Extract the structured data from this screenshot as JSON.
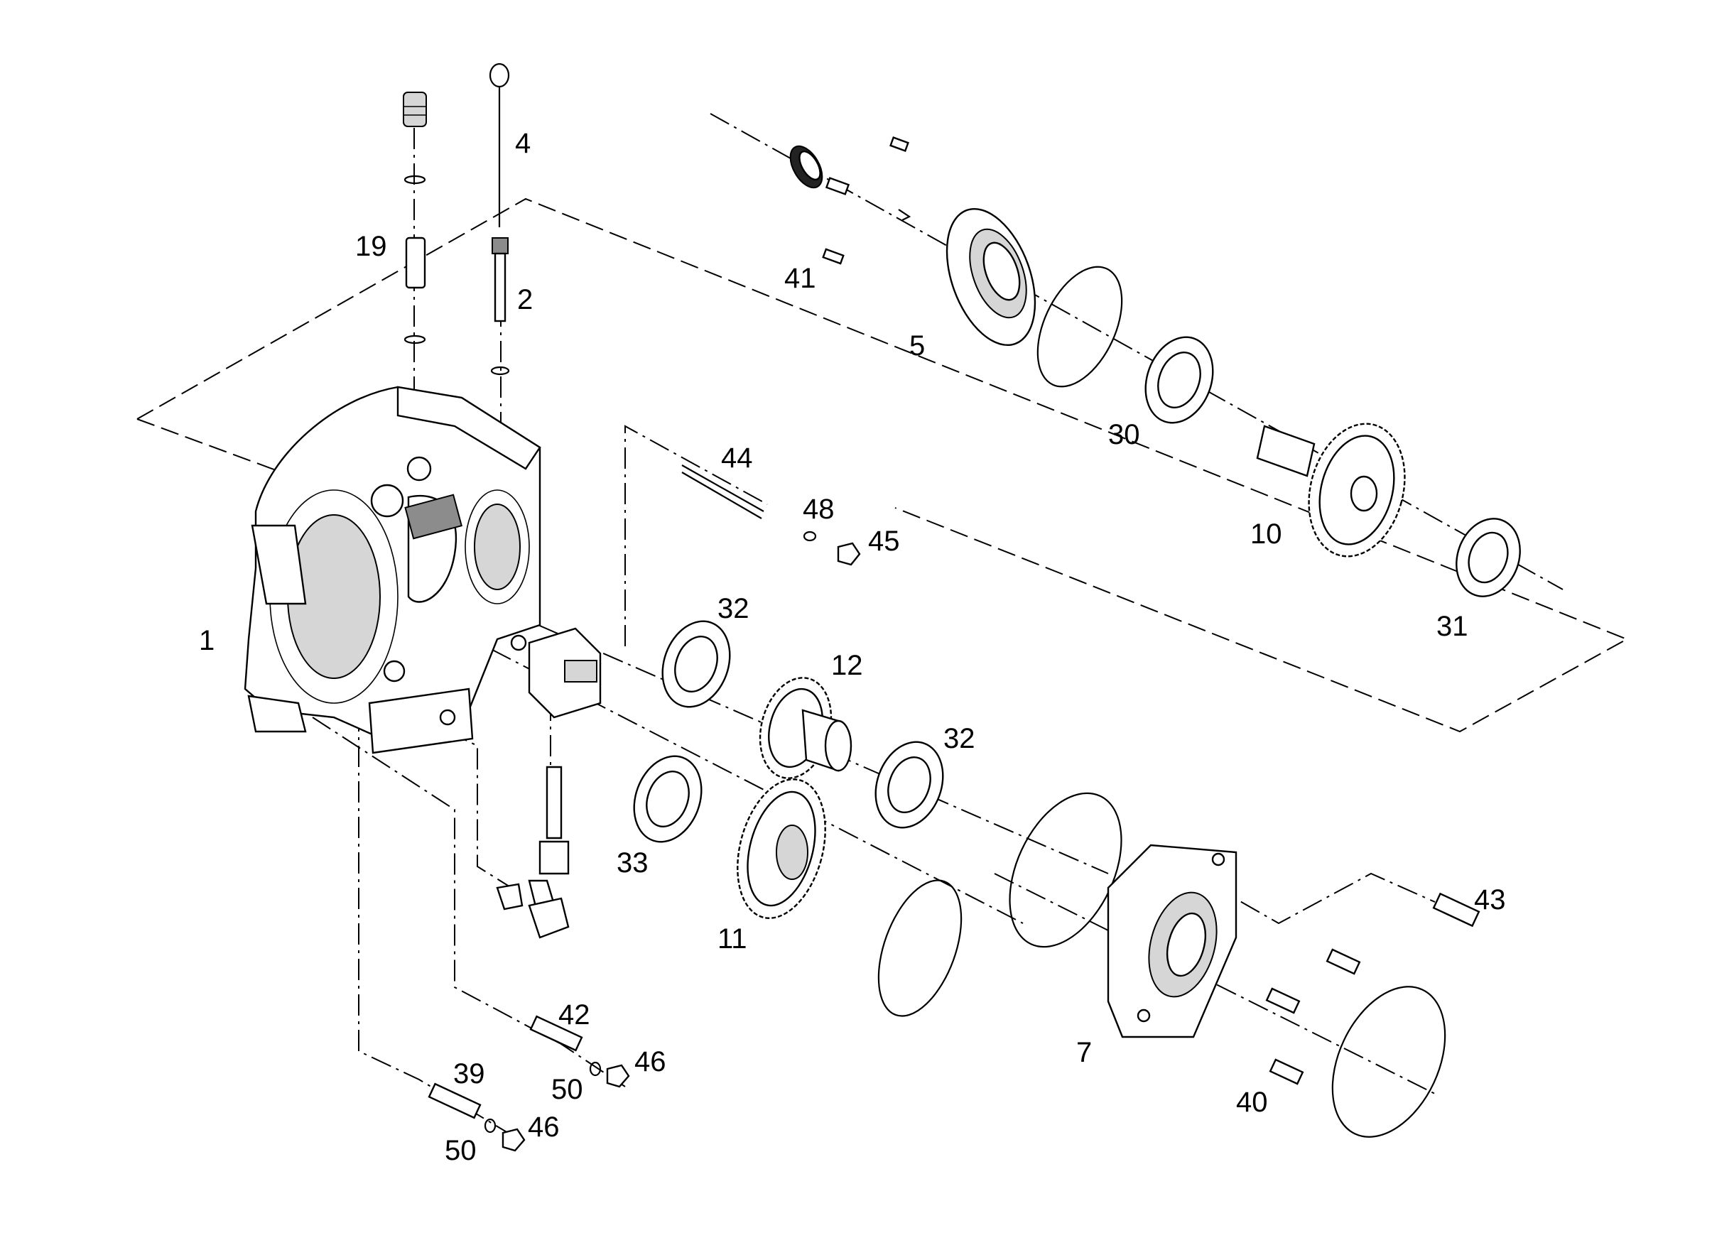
{
  "callouts": [
    {
      "id": "c1",
      "text": "1"
    },
    {
      "id": "c2",
      "text": "2"
    },
    {
      "id": "c4",
      "text": "4"
    },
    {
      "id": "c5",
      "text": "5"
    },
    {
      "id": "c7",
      "text": "7"
    },
    {
      "id": "c10",
      "text": "10"
    },
    {
      "id": "c11",
      "text": "11"
    },
    {
      "id": "c12",
      "text": "12"
    },
    {
      "id": "c19",
      "text": "19"
    },
    {
      "id": "c30",
      "text": "30"
    },
    {
      "id": "c31",
      "text": "31"
    },
    {
      "id": "c32a",
      "text": "32"
    },
    {
      "id": "c32b",
      "text": "32"
    },
    {
      "id": "c33",
      "text": "33"
    },
    {
      "id": "c39",
      "text": "39"
    },
    {
      "id": "c40",
      "text": "40"
    },
    {
      "id": "c41",
      "text": "41"
    },
    {
      "id": "c42",
      "text": "42"
    },
    {
      "id": "c43",
      "text": "43"
    },
    {
      "id": "c44",
      "text": "44"
    },
    {
      "id": "c45",
      "text": "45"
    },
    {
      "id": "c46a",
      "text": "46"
    },
    {
      "id": "c46b",
      "text": "46"
    },
    {
      "id": "c48",
      "text": "48"
    },
    {
      "id": "c50a",
      "text": "50"
    },
    {
      "id": "c50b",
      "text": "50"
    }
  ]
}
